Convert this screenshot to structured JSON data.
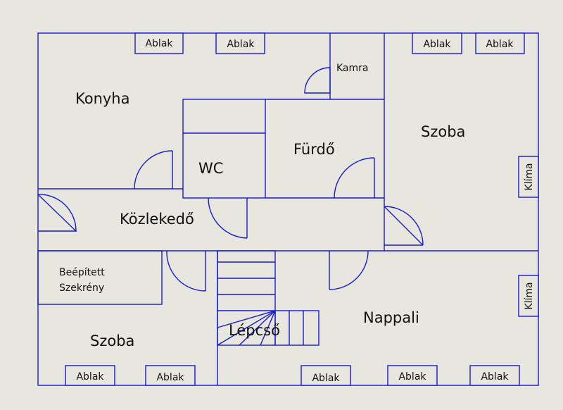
{
  "colors": {
    "background": "#e7e6df",
    "line": "#1a1ad0",
    "text": "#111111"
  },
  "rooms": {
    "konyha": "Konyha",
    "kamra": "Kamra",
    "szoba_right": "Szoba",
    "wc": "WC",
    "furdo": "Fürdő",
    "kozlekedo": "Közlekedő",
    "beepitett_line1": "Beépített",
    "beepitett_line2": "Szekrény",
    "szoba_left": "Szoba",
    "lepcso": "Lépcső",
    "nappali": "Nappali"
  },
  "window_label": "Ablak",
  "klima_label": "Klíma",
  "windows": [
    "Ablak",
    "Ablak",
    "Ablak",
    "Ablak",
    "Ablak",
    "Ablak",
    "Ablak",
    "Ablak",
    "Ablak"
  ],
  "klimas": [
    "Klíma",
    "Klíma"
  ]
}
